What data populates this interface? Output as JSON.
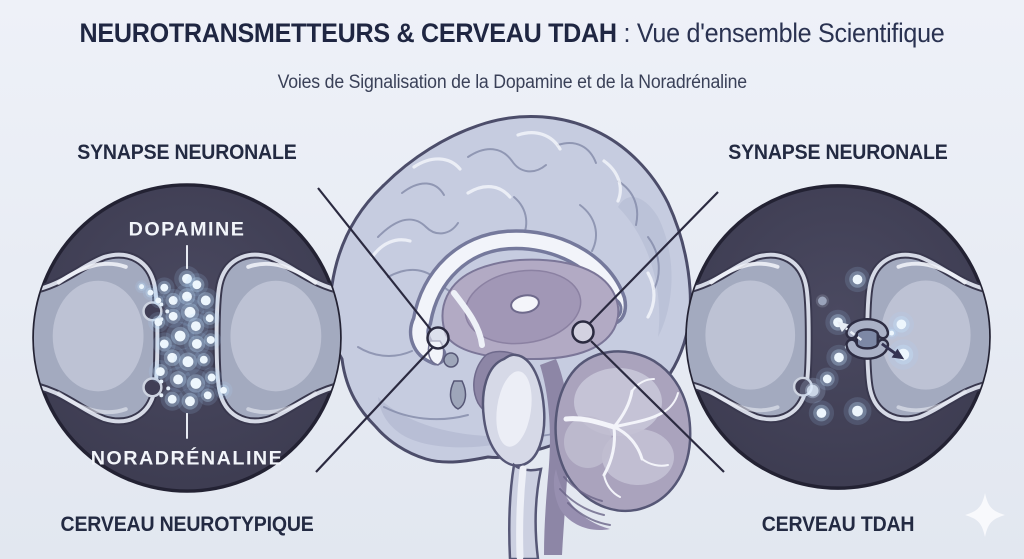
{
  "header": {
    "title_bold": "NEUROTRANSMETTEURS & CERVEAU TDAH",
    "title_rest": " : Vue d'ensemble Scientifique",
    "subtitle": "Voies de Signalisation de la Dopamine et de la Noradrénaline"
  },
  "left_panel": {
    "heading": "SYNAPSE NEURONALE",
    "caption": "CERVEAU NEUROTYPIQUE",
    "label_top": "DOPAMINE",
    "label_bottom": "NORADRÉNALINE"
  },
  "right_panel": {
    "heading": "SYNAPSE NEURONALE",
    "caption": "CERVEAU TDAH"
  },
  "colors": {
    "background_top": "#eef1f8",
    "background_bottom": "#e2e7f0",
    "title_text": "#1f2642",
    "subtitle_text": "#3a4158",
    "heading_text": "#232a42",
    "synapse_circle_fill": "#43425a",
    "synapse_circle_edge": "#232233",
    "terminal_fill": "#a3aabf",
    "terminal_rim": "#d6dae6",
    "terminal_outline": "#39384e",
    "neurotransmitter_dot": "#edf6fd",
    "synapse_label_text": "#f2f5fa",
    "callout_line": "#2b2a40",
    "brain_cortex": "#c6cce0",
    "brain_outline": "#4c4d6a",
    "brain_inner_purple": "#b2aac4",
    "transporter_fill": "#7d88a5",
    "sparkle": "#fbfcfe"
  },
  "figure": {
    "neurotypical_dots": [
      [
        160,
        100,
        5
      ],
      [
        137,
        109,
        4
      ],
      [
        123,
        114,
        3
      ],
      [
        114,
        108,
        2.5
      ],
      [
        131,
        122,
        3
      ],
      [
        146,
        122,
        4.5
      ],
      [
        160,
        118,
        5
      ],
      [
        170,
        106,
        4.5
      ],
      [
        179,
        122,
        5
      ],
      [
        163,
        134,
        5.5
      ],
      [
        146,
        138,
        4.5
      ],
      [
        131,
        144,
        4
      ],
      [
        169,
        148,
        5
      ],
      [
        183,
        140,
        4
      ],
      [
        153,
        158,
        5.5
      ],
      [
        137,
        166,
        4.5
      ],
      [
        170,
        166,
        5
      ],
      [
        184,
        162,
        4
      ],
      [
        145,
        180,
        5
      ],
      [
        161,
        184,
        5.5
      ],
      [
        177,
        182,
        4
      ],
      [
        133,
        194,
        4.5
      ],
      [
        151,
        202,
        5
      ],
      [
        169,
        206,
        5.5
      ],
      [
        185,
        200,
        4
      ],
      [
        145,
        222,
        4.5
      ],
      [
        163,
        224,
        5
      ],
      [
        181,
        218,
        4
      ],
      [
        197,
        213,
        3.5
      ],
      [
        134,
        126,
        2,
        "s"
      ],
      [
        140,
        133,
        2,
        "s"
      ],
      [
        134,
        141,
        2,
        "s"
      ],
      [
        134,
        204,
        2,
        "s"
      ],
      [
        141,
        211,
        2,
        "s"
      ],
      [
        134,
        218,
        2,
        "s"
      ]
    ],
    "adhd_dots": [
      [
        180,
        101,
        5
      ],
      [
        144,
        123,
        4.5,
        "gray"
      ],
      [
        160,
        145,
        5
      ],
      [
        225,
        147,
        5
      ],
      [
        215,
        156,
        2.5
      ],
      [
        169,
        170,
        2,
        "s"
      ],
      [
        161,
        181,
        5
      ],
      [
        227,
        178,
        6
      ],
      [
        149,
        203,
        4.5
      ],
      [
        134,
        215,
        6,
        "dim"
      ],
      [
        143,
        238,
        5
      ],
      [
        180,
        236,
        5.5
      ]
    ]
  },
  "icons": {
    "sparkle": "four-point-star",
    "reuptake_transporter": "spool-channel",
    "reuptake_arrows": "dashed-up-left, solid-down-right"
  }
}
